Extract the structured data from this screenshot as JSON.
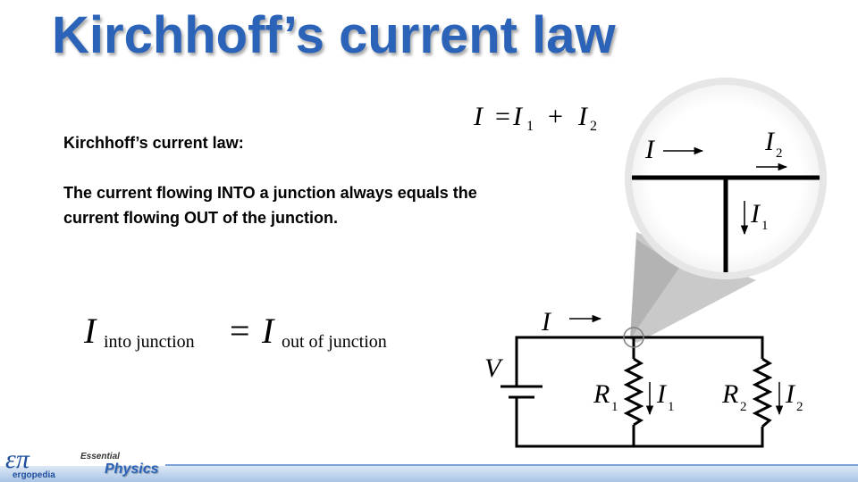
{
  "slide": {
    "title": "Kirchhoff’s current law",
    "heading": "Kirchhoff’s current law:",
    "statement": "The current flowing INTO a junction always equals the current flowing OUT of the junction."
  },
  "equation_top": {
    "I": "I",
    "eq": "=",
    "I1": "I",
    "sub1": "1",
    "plus": "+",
    "I2": "I",
    "sub2": "2"
  },
  "equation_main": {
    "lhs_symbol": "I",
    "lhs_subscript": "into junction",
    "equals": "=",
    "rhs_symbol": "I",
    "rhs_subscript": "out of junction"
  },
  "zoom_labels": {
    "I": "I",
    "I2": "I",
    "I2_sub": "2",
    "I1": "I",
    "I1_sub": "1"
  },
  "circuit_labels": {
    "I": "I",
    "V": "V",
    "R1": "R",
    "R1_sub": "1",
    "I1": "I",
    "I1_sub": "1",
    "R2": "R",
    "R2_sub": "2",
    "I2": "I",
    "I2_sub": "2"
  },
  "footer": {
    "logo_symbol": "επ",
    "logo_name": "ergopedia",
    "series_top": "Essential",
    "series_name": "Physics"
  },
  "colors": {
    "title": "#2a63b8",
    "text": "#000000",
    "zoom_fill": "#e6e6e6"
  }
}
